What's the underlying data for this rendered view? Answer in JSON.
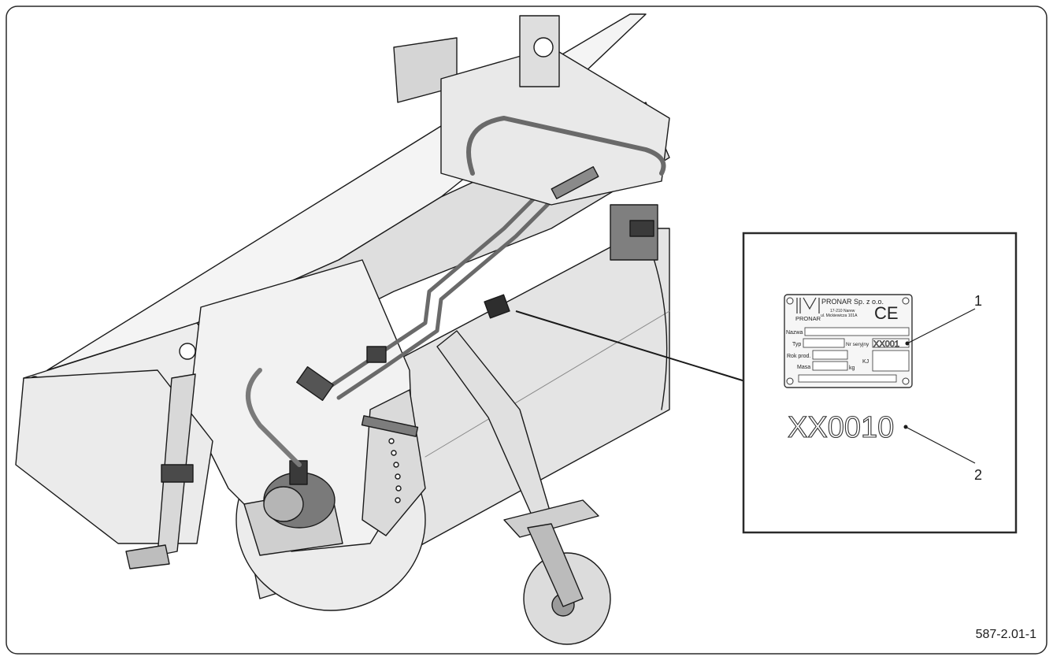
{
  "figure_code": "587-2.01-1",
  "callouts": [
    {
      "number": "1"
    },
    {
      "number": "2"
    }
  ],
  "plate": {
    "company": "PRONAR Sp. z o.o.",
    "address_line1": "17-210 Narew",
    "address_line2": "ul. Mickiewicza 101A",
    "logo_text": "PRONAR",
    "ce_mark": "CE",
    "labels": {
      "name": "Nazwa",
      "type": "Typ",
      "serial": "Nr seryjny",
      "year": "Rok prod.",
      "mass": "Masa",
      "mass_unit": "kg",
      "kj": "KJ"
    },
    "serial_value": "XX001"
  },
  "stamped_serial": "XX0010",
  "colors": {
    "line": "#1a1a1a",
    "panel_fill": "#e6e6e6",
    "shade": "#cfcfcf",
    "dark": "#3a3a3a"
  }
}
